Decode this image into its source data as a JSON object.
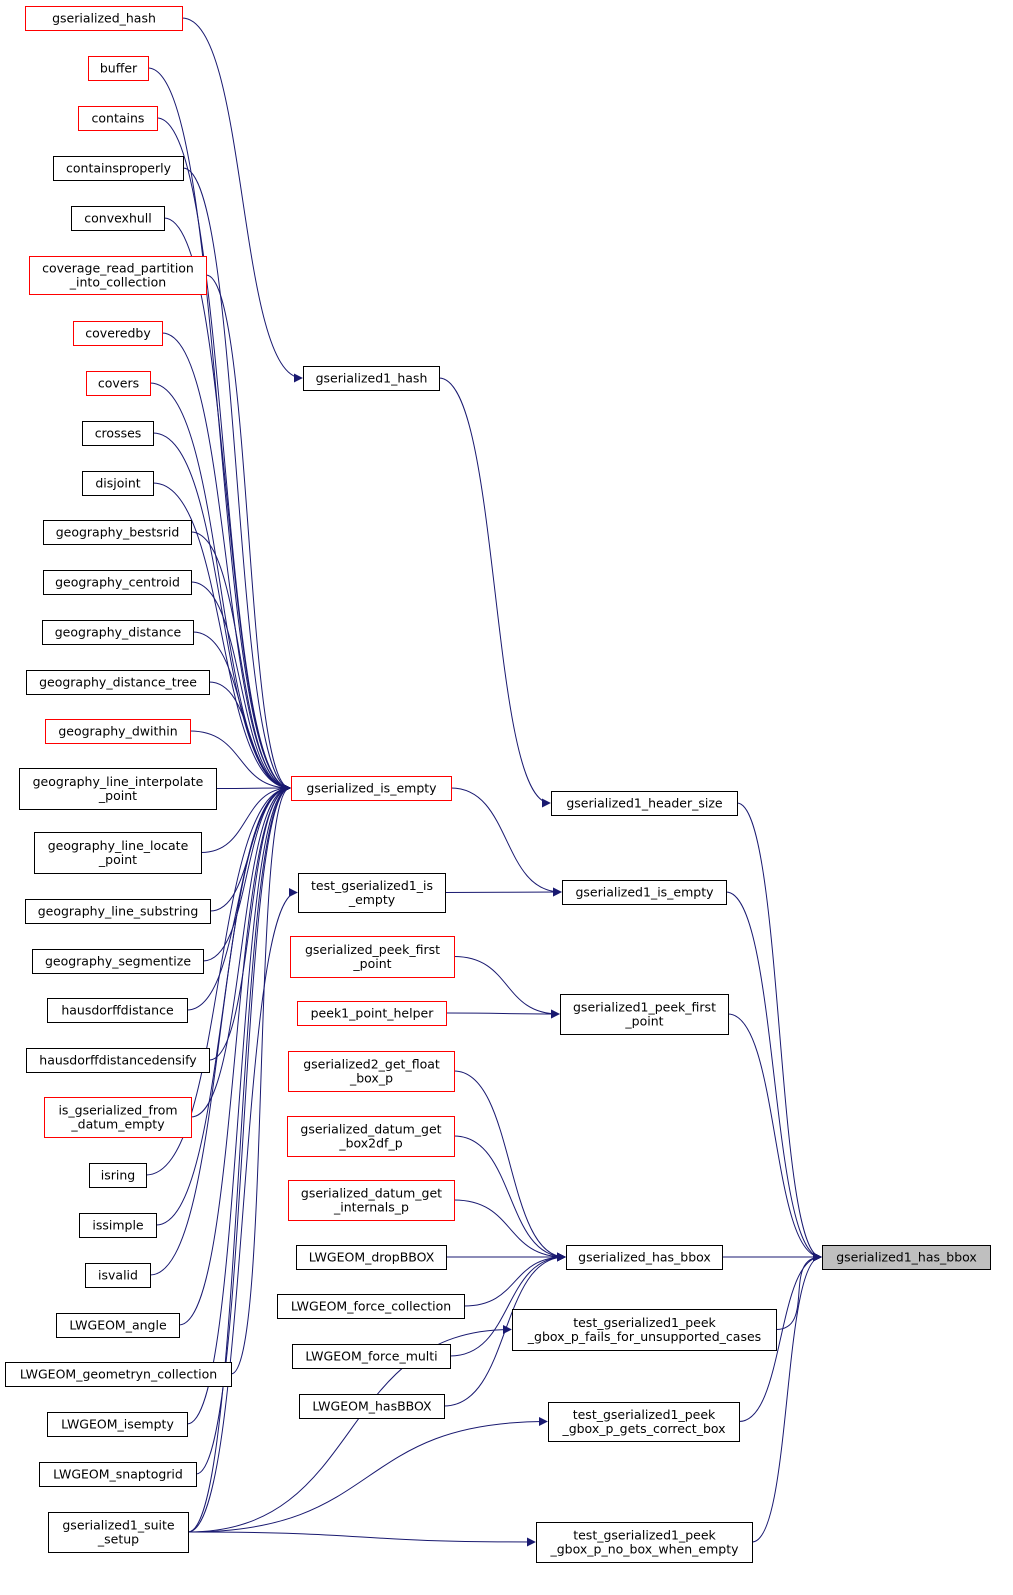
{
  "colors": {
    "edge": "#191970",
    "border_red": "#ff0000",
    "border_black": "#000000",
    "highlight_fill": "#bfbfbf",
    "node_fill": "#ffffff"
  },
  "nodes": [
    {
      "id": "gserialized_hash",
      "lines": [
        "gserialized_hash"
      ],
      "border": "red"
    },
    {
      "id": "buffer",
      "lines": [
        "buffer"
      ],
      "border": "red"
    },
    {
      "id": "contains",
      "lines": [
        "contains"
      ],
      "border": "red"
    },
    {
      "id": "containsproperly",
      "lines": [
        "containsproperly"
      ],
      "border": "black"
    },
    {
      "id": "convexhull",
      "lines": [
        "convexhull"
      ],
      "border": "black"
    },
    {
      "id": "coverage_read",
      "lines": [
        "coverage_read_partition",
        "_into_collection"
      ],
      "border": "red"
    },
    {
      "id": "coveredby",
      "lines": [
        "coveredby"
      ],
      "border": "red"
    },
    {
      "id": "covers",
      "lines": [
        "covers"
      ],
      "border": "red"
    },
    {
      "id": "crosses",
      "lines": [
        "crosses"
      ],
      "border": "black"
    },
    {
      "id": "disjoint",
      "lines": [
        "disjoint"
      ],
      "border": "black"
    },
    {
      "id": "geography_bestsrid",
      "lines": [
        "geography_bestsrid"
      ],
      "border": "black"
    },
    {
      "id": "geography_centroid",
      "lines": [
        "geography_centroid"
      ],
      "border": "black"
    },
    {
      "id": "geography_distance",
      "lines": [
        "geography_distance"
      ],
      "border": "black"
    },
    {
      "id": "geography_distance_tree",
      "lines": [
        "geography_distance_tree"
      ],
      "border": "black"
    },
    {
      "id": "geography_dwithin",
      "lines": [
        "geography_dwithin"
      ],
      "border": "red"
    },
    {
      "id": "geography_line_interpolate",
      "lines": [
        "geography_line_interpolate",
        "_point"
      ],
      "border": "black"
    },
    {
      "id": "geography_line_locate",
      "lines": [
        "geography_line_locate",
        "_point"
      ],
      "border": "black"
    },
    {
      "id": "geography_line_substring",
      "lines": [
        "geography_line_substring"
      ],
      "border": "black"
    },
    {
      "id": "geography_segmentize",
      "lines": [
        "geography_segmentize"
      ],
      "border": "black"
    },
    {
      "id": "hausdorffdistance",
      "lines": [
        "hausdorffdistance"
      ],
      "border": "black"
    },
    {
      "id": "hausdorffdistancedensify",
      "lines": [
        "hausdorffdistancedensify"
      ],
      "border": "black"
    },
    {
      "id": "is_gserialized_from",
      "lines": [
        "is_gserialized_from",
        "_datum_empty"
      ],
      "border": "red"
    },
    {
      "id": "isring",
      "lines": [
        "isring"
      ],
      "border": "black"
    },
    {
      "id": "issimple",
      "lines": [
        "issimple"
      ],
      "border": "black"
    },
    {
      "id": "isvalid",
      "lines": [
        "isvalid"
      ],
      "border": "black"
    },
    {
      "id": "LWGEOM_angle",
      "lines": [
        "LWGEOM_angle"
      ],
      "border": "black"
    },
    {
      "id": "LWGEOM_geometryn_collection",
      "lines": [
        "LWGEOM_geometryn_collection"
      ],
      "border": "black"
    },
    {
      "id": "LWGEOM_isempty",
      "lines": [
        "LWGEOM_isempty"
      ],
      "border": "black"
    },
    {
      "id": "LWGEOM_snaptogrid",
      "lines": [
        "LWGEOM_snaptogrid"
      ],
      "border": "black"
    },
    {
      "id": "gserialized1_suite_setup",
      "lines": [
        "gserialized1_suite",
        "_setup"
      ],
      "border": "black"
    },
    {
      "id": "gserialized1_hash",
      "lines": [
        "gserialized1_hash"
      ],
      "border": "black"
    },
    {
      "id": "gserialized_is_empty",
      "lines": [
        "gserialized_is_empty"
      ],
      "border": "red"
    },
    {
      "id": "test_gserialized1_is_empty",
      "lines": [
        "test_gserialized1_is",
        "_empty"
      ],
      "border": "black"
    },
    {
      "id": "gserialized_peek_first_point",
      "lines": [
        "gserialized_peek_first",
        "_point"
      ],
      "border": "red"
    },
    {
      "id": "peek1_point_helper",
      "lines": [
        "peek1_point_helper"
      ],
      "border": "red"
    },
    {
      "id": "gserialized2_get_float_box_p",
      "lines": [
        "gserialized2_get_float",
        "_box_p"
      ],
      "border": "red"
    },
    {
      "id": "gserialized_datum_get_box2df_p",
      "lines": [
        "gserialized_datum_get",
        "_box2df_p"
      ],
      "border": "red"
    },
    {
      "id": "gserialized_datum_get_internals_p",
      "lines": [
        "gserialized_datum_get",
        "_internals_p"
      ],
      "border": "red"
    },
    {
      "id": "LWGEOM_dropBBOX",
      "lines": [
        "LWGEOM_dropBBOX"
      ],
      "border": "black"
    },
    {
      "id": "LWGEOM_force_collection",
      "lines": [
        "LWGEOM_force_collection"
      ],
      "border": "black"
    },
    {
      "id": "LWGEOM_force_multi",
      "lines": [
        "LWGEOM_force_multi"
      ],
      "border": "black"
    },
    {
      "id": "LWGEOM_hasBBOX",
      "lines": [
        "LWGEOM_hasBBOX"
      ],
      "border": "black"
    },
    {
      "id": "gserialized1_header_size",
      "lines": [
        "gserialized1_header_size"
      ],
      "border": "black"
    },
    {
      "id": "gserialized1_is_empty",
      "lines": [
        "gserialized1_is_empty"
      ],
      "border": "black"
    },
    {
      "id": "gserialized1_peek_first_point",
      "lines": [
        "gserialized1_peek_first",
        "_point"
      ],
      "border": "black"
    },
    {
      "id": "gserialized_has_bbox",
      "lines": [
        "gserialized_has_bbox"
      ],
      "border": "black"
    },
    {
      "id": "test_peek_gbox_fails",
      "lines": [
        "test_gserialized1_peek",
        "_gbox_p_fails_for_unsupported_cases"
      ],
      "border": "black"
    },
    {
      "id": "test_peek_gbox_correct",
      "lines": [
        "test_gserialized1_peek",
        "_gbox_p_gets_correct_box"
      ],
      "border": "black"
    },
    {
      "id": "test_peek_gbox_nobox",
      "lines": [
        "test_gserialized1_peek",
        "_gbox_p_no_box_when_empty"
      ],
      "border": "black"
    },
    {
      "id": "gserialized1_has_bbox",
      "lines": [
        "gserialized1_has_bbox"
      ],
      "border": "black",
      "highlight": true
    }
  ],
  "edges": [
    {
      "from": "gserialized_hash",
      "to": "gserialized1_hash"
    },
    {
      "from": "buffer",
      "to": "gserialized_is_empty"
    },
    {
      "from": "contains",
      "to": "gserialized_is_empty"
    },
    {
      "from": "containsproperly",
      "to": "gserialized_is_empty"
    },
    {
      "from": "convexhull",
      "to": "gserialized_is_empty"
    },
    {
      "from": "coverage_read",
      "to": "gserialized_is_empty"
    },
    {
      "from": "coveredby",
      "to": "gserialized_is_empty"
    },
    {
      "from": "covers",
      "to": "gserialized_is_empty"
    },
    {
      "from": "crosses",
      "to": "gserialized_is_empty"
    },
    {
      "from": "disjoint",
      "to": "gserialized_is_empty"
    },
    {
      "from": "geography_bestsrid",
      "to": "gserialized_is_empty"
    },
    {
      "from": "geography_centroid",
      "to": "gserialized_is_empty"
    },
    {
      "from": "geography_distance",
      "to": "gserialized_is_empty"
    },
    {
      "from": "geography_distance_tree",
      "to": "gserialized_is_empty"
    },
    {
      "from": "geography_dwithin",
      "to": "gserialized_is_empty"
    },
    {
      "from": "geography_line_interpolate",
      "to": "gserialized_is_empty"
    },
    {
      "from": "geography_line_locate",
      "to": "gserialized_is_empty"
    },
    {
      "from": "geography_line_substring",
      "to": "gserialized_is_empty"
    },
    {
      "from": "geography_segmentize",
      "to": "gserialized_is_empty"
    },
    {
      "from": "hausdorffdistance",
      "to": "gserialized_is_empty"
    },
    {
      "from": "hausdorffdistancedensify",
      "to": "gserialized_is_empty"
    },
    {
      "from": "is_gserialized_from",
      "to": "gserialized_is_empty"
    },
    {
      "from": "isring",
      "to": "gserialized_is_empty"
    },
    {
      "from": "issimple",
      "to": "gserialized_is_empty"
    },
    {
      "from": "isvalid",
      "to": "gserialized_is_empty"
    },
    {
      "from": "LWGEOM_angle",
      "to": "gserialized_is_empty"
    },
    {
      "from": "LWGEOM_geometryn_collection",
      "to": "gserialized_is_empty"
    },
    {
      "from": "LWGEOM_isempty",
      "to": "gserialized_is_empty"
    },
    {
      "from": "LWGEOM_snaptogrid",
      "to": "gserialized_is_empty"
    },
    {
      "from": "gserialized1_suite_setup",
      "to": "gserialized_is_empty"
    },
    {
      "from": "gserialized1_suite_setup",
      "to": "test_gserialized1_is_empty"
    },
    {
      "from": "gserialized1_suite_setup",
      "to": "test_peek_gbox_fails"
    },
    {
      "from": "gserialized1_suite_setup",
      "to": "test_peek_gbox_correct"
    },
    {
      "from": "gserialized1_suite_setup",
      "to": "test_peek_gbox_nobox"
    },
    {
      "from": "gserialized1_hash",
      "to": "gserialized1_header_size"
    },
    {
      "from": "gserialized_is_empty",
      "to": "gserialized1_is_empty"
    },
    {
      "from": "test_gserialized1_is_empty",
      "to": "gserialized1_is_empty"
    },
    {
      "from": "gserialized_peek_first_point",
      "to": "gserialized1_peek_first_point"
    },
    {
      "from": "peek1_point_helper",
      "to": "gserialized1_peek_first_point"
    },
    {
      "from": "gserialized2_get_float_box_p",
      "to": "gserialized_has_bbox"
    },
    {
      "from": "gserialized_datum_get_box2df_p",
      "to": "gserialized_has_bbox"
    },
    {
      "from": "gserialized_datum_get_internals_p",
      "to": "gserialized_has_bbox"
    },
    {
      "from": "LWGEOM_dropBBOX",
      "to": "gserialized_has_bbox"
    },
    {
      "from": "LWGEOM_force_collection",
      "to": "gserialized_has_bbox"
    },
    {
      "from": "LWGEOM_force_multi",
      "to": "gserialized_has_bbox"
    },
    {
      "from": "LWGEOM_hasBBOX",
      "to": "gserialized_has_bbox"
    },
    {
      "from": "gserialized1_header_size",
      "to": "gserialized1_has_bbox"
    },
    {
      "from": "gserialized1_is_empty",
      "to": "gserialized1_has_bbox"
    },
    {
      "from": "gserialized1_peek_first_point",
      "to": "gserialized1_has_bbox"
    },
    {
      "from": "gserialized_has_bbox",
      "to": "gserialized1_has_bbox"
    },
    {
      "from": "test_peek_gbox_fails",
      "to": "gserialized1_has_bbox"
    },
    {
      "from": "test_peek_gbox_correct",
      "to": "gserialized1_has_bbox"
    },
    {
      "from": "test_peek_gbox_nobox",
      "to": "gserialized1_has_bbox"
    }
  ]
}
